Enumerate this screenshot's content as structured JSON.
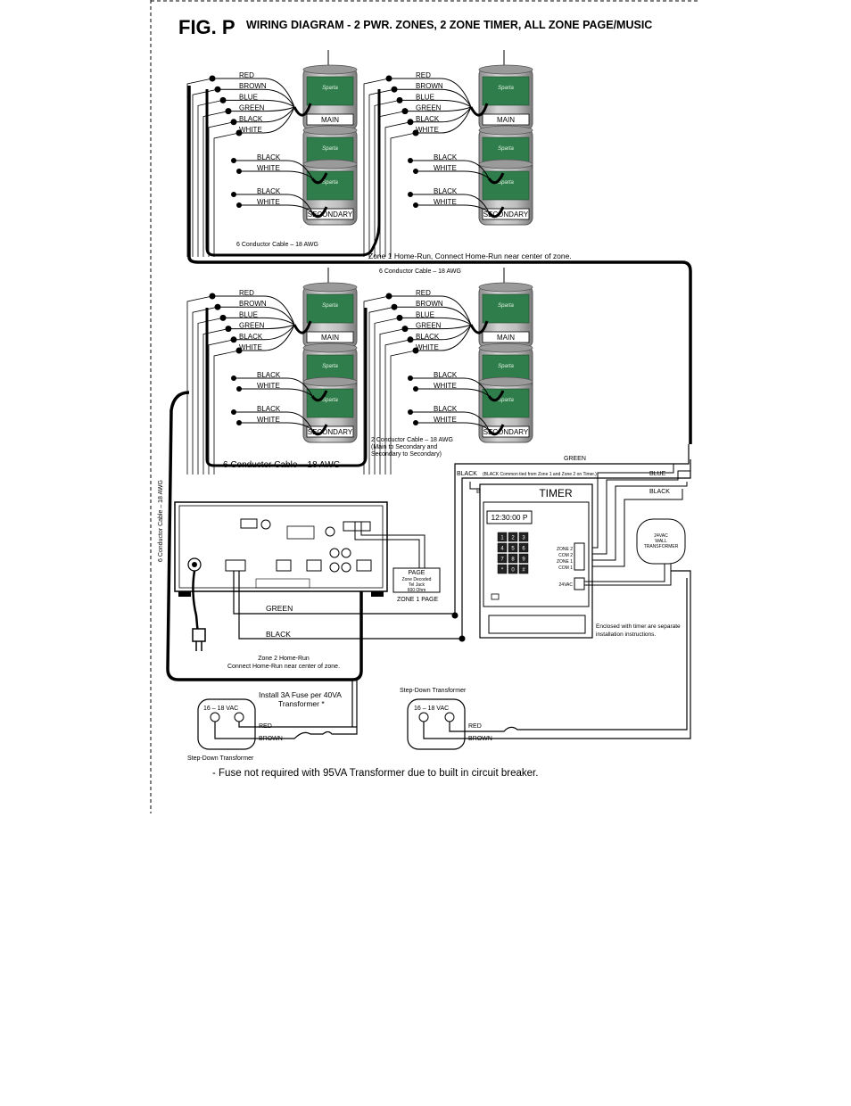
{
  "figure": {
    "id": "FIG. P",
    "title": "WIRING DIAGRAM - 2 PWR. ZONES, 2 ZONE TIMER, ALL ZONE PAGE/MUSIC"
  },
  "wire_colors": [
    "RED",
    "BROWN",
    "BLUE",
    "GREEN",
    "BLACK",
    "WHITE"
  ],
  "pair_colors": [
    "BLACK",
    "WHITE"
  ],
  "speaker_labels": {
    "main": "MAIN",
    "secondary": "SECONDARY",
    "brand": "Sparta"
  },
  "cable_labels": {
    "six_conductor": "6 Conductor Cable – 18 AWG",
    "six_conductor_bold": "6 Conductor Cable – 18 AWG",
    "zone1_homerun": "Zone 1 Home-Run,  Connect Home-Run near center of zone.",
    "two_conductor_1": "2 Conductor Cable – 18 AWG",
    "two_conductor_2": "(Main to Secondary and",
    "two_conductor_3": "Secondary to Secondary)",
    "vertical": "6 Conductor Cable – 18 AWG"
  },
  "timer": {
    "title": "TIMER",
    "display": "12:30:00 P",
    "keys": [
      "1",
      "2",
      "3",
      "4",
      "5",
      "6",
      "7",
      "8",
      "9",
      "*",
      "0",
      "#"
    ],
    "terminals": [
      "ZONE 2",
      "COM 2",
      "ZONE 1",
      "COM 1"
    ],
    "power_terminal": "24VAC"
  },
  "wall_transformer": [
    "24VAC",
    "WALL",
    "TRANSFORMER"
  ],
  "timer_wiring": {
    "green": "GREEN",
    "black": "BLACK",
    "black_note": "(BLACK Common tied from Zone 1 and Zone 2 on Timer.)",
    "blue_left": "BLUE",
    "blue_right": "BLUE",
    "black_right": "BLACK"
  },
  "amp_wiring": {
    "green": "GREEN",
    "black": "BLACK"
  },
  "page_box": [
    "PAGE",
    "Zone Decoded",
    "Tel Jack",
    "600 Ohm"
  ],
  "zone1_page": "ZONE 1  PAGE",
  "zone2_homerun": [
    "Zone 2 Home-Run",
    "Connect Home-Run near center of zone."
  ],
  "enclosed_note": [
    "Enclosed with timer are separate",
    "installation instructions."
  ],
  "transformers": {
    "left_vac": "16 – 18 VAC",
    "right_vac": "16 – 18 VAC",
    "red": "RED",
    "brown": "BROWN",
    "fuse_note": [
      "Install 3A Fuse per 40VA",
      "Transformer *"
    ],
    "left_label": "Step-Down Transformer",
    "right_label": "Step-Down Transformer"
  },
  "footnote": "- Fuse not required with 95VA Transformer due to built in circuit breaker.",
  "colors": {
    "speaker_label_green": "#2e7d4a",
    "speaker_gray": "#b5b5b5",
    "line": "#000000"
  }
}
